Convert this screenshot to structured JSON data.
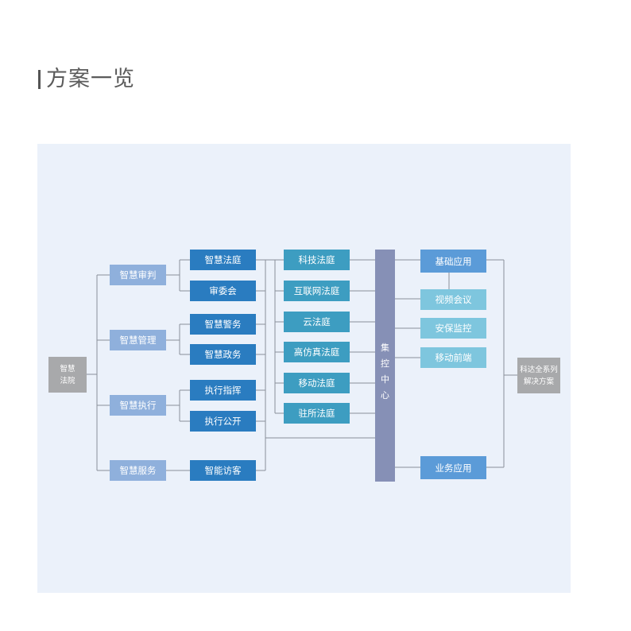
{
  "page": {
    "title": "方案一览"
  },
  "diagram": {
    "root": {
      "line1": "智慧",
      "line2": "法院"
    },
    "level1": [
      "智慧审判",
      "智慧管理",
      "智慧执行",
      "智慧服务"
    ],
    "level2": [
      "智慧法庭",
      "审委会",
      "智慧警务",
      "智慧政务",
      "执行指挥",
      "执行公开",
      "智能访客"
    ],
    "courts": [
      "科技法庭",
      "互联网法庭",
      "云法庭",
      "高仿真法庭",
      "移动法庭",
      "驻所法庭"
    ],
    "hub": {
      "chars": [
        "集",
        "控",
        "中",
        "心"
      ]
    },
    "apps": {
      "basic": "基础应用",
      "basic_items": [
        "视频会议",
        "安保监控",
        "移动前端"
      ],
      "business": "业务应用"
    },
    "solution": {
      "line1": "科达全系列",
      "line2": "解决方案"
    },
    "colors": {
      "gray": "#a8a9ab",
      "light_blue": "#8fb0dc",
      "dark_blue": "#2a7cc0",
      "teal": "#3d9dc1",
      "mid_blue": "#5b9bd8",
      "cyan": "#7ec6de",
      "hub": "#8690b6",
      "connector": "#8a8f99",
      "panel": "#ebf1fa"
    }
  }
}
